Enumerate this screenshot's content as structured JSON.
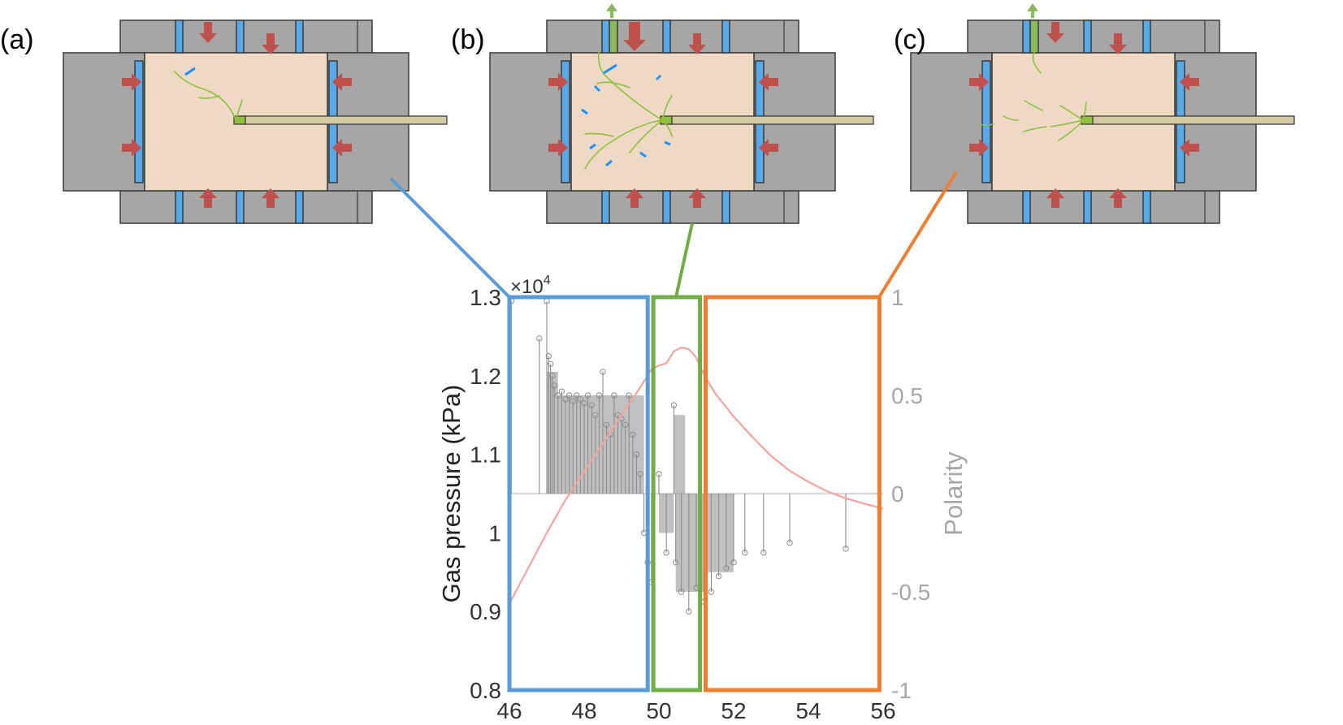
{
  "figure": {
    "panel_labels": [
      "(a)",
      "(b)",
      "(c)"
    ]
  },
  "colors": {
    "block": "#a6a6a6",
    "block_edge": "#3a3a3a",
    "sample": "#eed9c4",
    "platen": "#5aa9e6",
    "arrow_load": "#c0504d",
    "arrow_gas": "#1e90ff",
    "arrow_outlet": "#8db75c",
    "fracture": "#8fbf3f",
    "injector": "#d6c9a5",
    "stem": "#8c8c8c",
    "pressure_line": "#f4a3a3",
    "frame_a": "#5b9bd5",
    "frame_b": "#70ad47",
    "frame_c": "#ed7d31"
  },
  "chart_data": {
    "type": "line",
    "xlim": [
      46,
      56
    ],
    "x_ticks": [
      "46",
      "48",
      "50",
      "52",
      "54",
      "56"
    ],
    "ylim_left": [
      0.8,
      1.3
    ],
    "y_ticks_left": [
      "0.8",
      "0.9",
      "1",
      "1.1",
      "1.2",
      "1.3"
    ],
    "left_exponent_text": "×10",
    "left_exponent_power": "4",
    "ylabel_left": "Gas pressure (kPa)",
    "ylim_right": [
      -1,
      1
    ],
    "y_ticks_right": [
      "-1",
      "-0.5",
      "0",
      "0.5",
      "1"
    ],
    "ylabel_right": "Polarity",
    "series": [
      {
        "type": "line",
        "axis": "left",
        "x": [
          46.0,
          46.5,
          47.0,
          47.5,
          48.0,
          48.5,
          49.0,
          49.5,
          49.8,
          50.0,
          50.2,
          50.4,
          50.6,
          50.8,
          51.0,
          51.2,
          51.5,
          52.0,
          52.5,
          53.0,
          53.5,
          54.0,
          54.5,
          55.0,
          55.5,
          56.0
        ],
        "y": [
          9100,
          9550,
          10000,
          10420,
          10780,
          11140,
          11500,
          11850,
          12080,
          12130,
          12160,
          12310,
          12360,
          12340,
          12230,
          12020,
          11780,
          11480,
          11220,
          10980,
          10790,
          10650,
          10530,
          10440,
          10370,
          10310
        ]
      },
      {
        "type": "stem",
        "axis": "right",
        "x": [
          46.05,
          46.8,
          47.0,
          47.05,
          47.1,
          47.15,
          47.2,
          47.3,
          47.4,
          47.5,
          47.6,
          47.7,
          47.8,
          47.9,
          48.0,
          48.1,
          48.2,
          48.3,
          48.4,
          48.5,
          48.6,
          48.7,
          48.8,
          48.9,
          49.0,
          49.1,
          49.2,
          49.3,
          49.4,
          49.5,
          49.6,
          49.7,
          49.8,
          50.0,
          50.2,
          50.4,
          50.45,
          50.6,
          50.8,
          51.0,
          51.2,
          51.4,
          51.6,
          51.8,
          52.0,
          52.3,
          52.8,
          53.5,
          55.0
        ],
        "y": [
          0.98,
          0.79,
          0.98,
          0.7,
          0.66,
          0.6,
          0.55,
          0.5,
          0.52,
          0.48,
          0.5,
          0.47,
          0.5,
          0.48,
          0.46,
          0.5,
          0.45,
          0.4,
          0.5,
          0.62,
          0.35,
          0.3,
          0.5,
          0.4,
          0.38,
          0.35,
          0.5,
          0.3,
          0.2,
          0.1,
          -0.2,
          -0.35,
          -0.45,
          0.1,
          -0.3,
          0.45,
          -0.35,
          -0.5,
          -0.6,
          -0.48,
          -0.55,
          -0.5,
          -0.42,
          -0.38,
          -0.35,
          -0.3,
          -0.3,
          -0.25,
          -0.28
        ]
      }
    ]
  }
}
